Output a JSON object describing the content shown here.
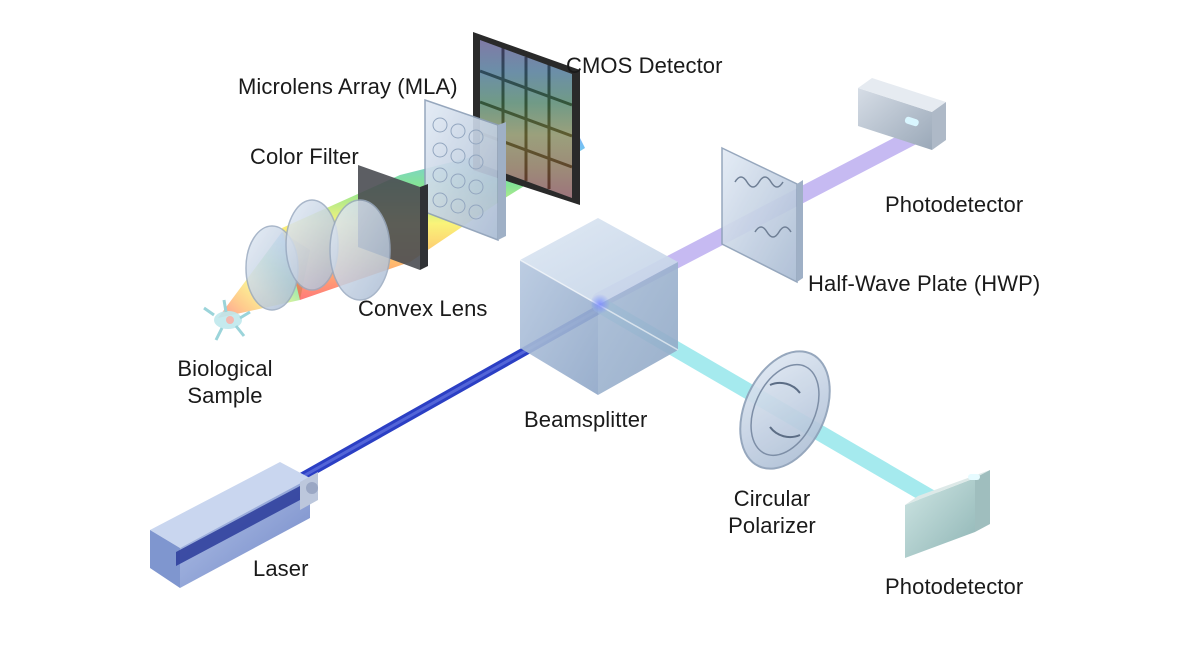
{
  "labels": {
    "cmos_detector": "CMOS Detector",
    "microlens_array": "Microlens Array (MLA)",
    "color_filter": "Color Filter",
    "convex_lens": "Convex Lens",
    "biological_sample_line1": "Biological",
    "biological_sample_line2": "Sample",
    "beamsplitter": "Beamsplitter",
    "laser": "Laser",
    "half_wave_plate": "Half-Wave Plate (HWP)",
    "photodetector_top": "Photodetector",
    "circular_polarizer_line1": "Circular",
    "circular_polarizer_line2": "Polarizer",
    "photodetector_bottom": "Photodetector"
  },
  "colors": {
    "laser_beam": "#2b3fc4",
    "reflected_beam": "#b9a9f0",
    "transmitted_beam": "#8fe6ea",
    "component_glass": "#c9d6e8",
    "detector_frame": "#2a2a2a"
  }
}
